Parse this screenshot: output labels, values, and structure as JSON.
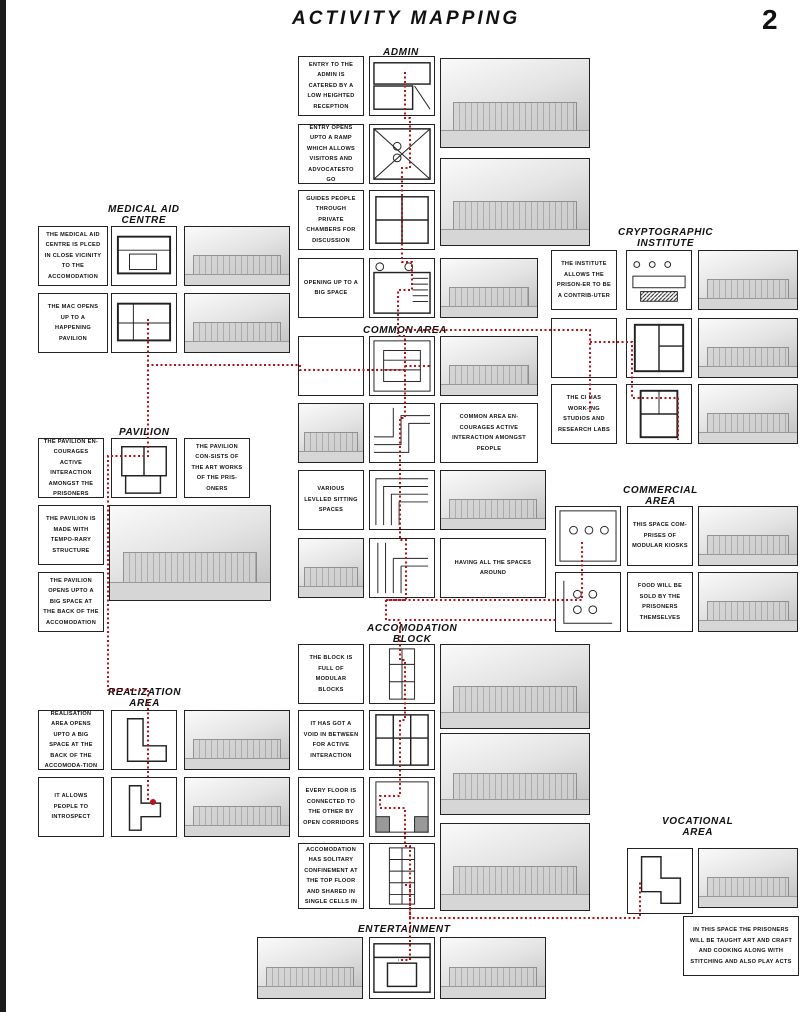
{
  "title": "ACTIVITY MAPPING",
  "page_number": "2",
  "colors": {
    "route": "#b5121b",
    "ink": "#222222"
  },
  "sections": {
    "admin": "ADMIN",
    "medical": [
      "MEDICAL AID",
      "CENTRE"
    ],
    "crypto": [
      "CRYPTOGRAPHIC",
      "INSTITUTE"
    ],
    "common": "COMMON AREA",
    "pavilion": "PAVILION",
    "commercial": [
      "COMMERCIAL",
      "AREA"
    ],
    "accommodation": [
      "ACCOMODATION",
      "BLOCK"
    ],
    "realization": [
      "REALIZATION",
      "AREA"
    ],
    "vocational": [
      "VOCATIONAL",
      "AREA"
    ],
    "entertainment": "ENTERTAINMENT"
  },
  "notes": {
    "admin_1": "ENTRY TO THE ADMIN IS CATERED BY A LOW HEIGHTED RECEPTION",
    "admin_2": "ENTRY OPENS UPTO A RAMP WHICH ALLOWS VISITORS AND ADVOCATESTO GO",
    "admin_3": "GUIDES PEOPLE THROUGH PRIVATE CHAMBERS FOR DISCUSSION",
    "admin_4": "OPENING UP TO A BIG SPACE",
    "medical_1": "THE MEDICAL AID CENTRE IS PLCED IN CLOSE VICINITY TO THE ACCOMODATION",
    "medical_2": "THE MAC OPENS UP TO A HAPPENING PAVILION",
    "crypto_1": "THE INSTITUTE ALLOWS THE PRISON-ER TO BE A CONTRIB-UTER",
    "crypto_2": "THE CI HAS WORK-ING STUDIOS AND RESEARCH LABS",
    "common_1": "COMMON AREA EN-COURAGES ACTIVE INTERACTION AMONGST PEOPLE",
    "common_2": "VARIOUS LEVLLED SITTING SPACES",
    "common_3": "HAVING ALL THE SPACES AROUND",
    "pavilion_1": "THE PAVILION EN-COURAGES ACTIVE INTERACTION AMONGST THE PRISONERS",
    "pavilion_2": "THE PAVILION CON-SISTS OF THE ART WORKS OF THE PRIS-ONERS",
    "pavilion_3": "THE PAVILION IS MADE WITH TEMPO-RARY STRUCTURE",
    "pavilion_4": "THE PAVILION OPENS UPTO A BIG SPACE AT THE BACK OF THE ACCOMODATION",
    "commercial_1": "THIS SPACE COM-PRISES OF MODULAR KIOSKS",
    "commercial_2": "FOOD WILL BE SOLD BY THE PRISONERS THEMSELVES",
    "accom_1": "THE BLOCK IS FULL OF MODULAR BLOCKS",
    "accom_2": "IT HAS GOT A VOID IN BETWEEN FOR ACTIVE INTERACTION",
    "accom_3": "EVERY FLOOR IS CONNECTED TO THE OTHER BY OPEN CORRIDORS",
    "accom_4": "THE ACCOMODATION HAS SOLITARY CONFINEMENT AT THE TOP FLOOR AND SHARED IN SINGLE CELLS IN THE BELOW",
    "real_1": "REALISATION AREA OPENS UPTO A BIG SPACE AT THE BACK OF THE ACCOMODA-TION",
    "real_2": "IT ALLOWS PEOPLE TO INTROSPECT",
    "voc_1": "IN THIS SPACE THE PRISONERS WILL BE TAUGHT ART AND CRAFT AND COOKING ALONG WITH STITCHING AND ALSO PLAY ACTS"
  }
}
